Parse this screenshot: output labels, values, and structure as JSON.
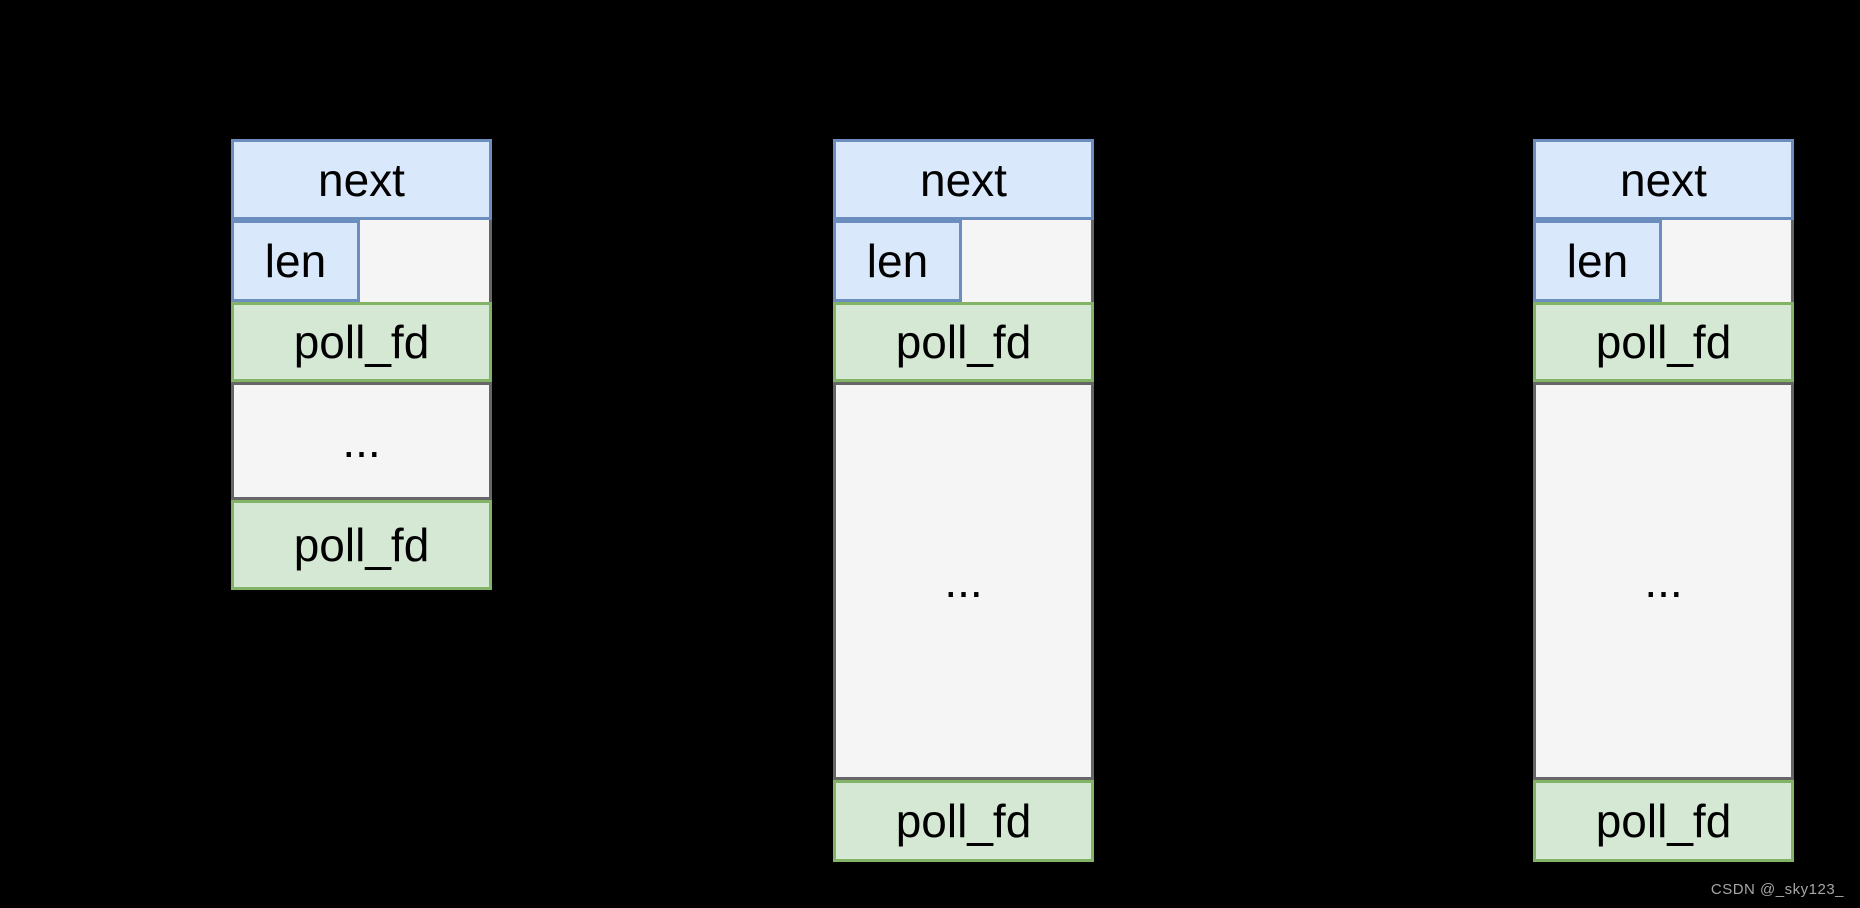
{
  "palette": {
    "blue_fill": "#dae8fc",
    "blue_border": "#6c8ebf",
    "green_fill": "#d5e8d4",
    "green_border": "#82b366",
    "gray_fill": "#f5f5f5",
    "gray_border": "#666666",
    "background": "#000000",
    "text": "#000000",
    "watermark_color": "#a6a6a6"
  },
  "nodes": [
    {
      "labels": {
        "next": "next",
        "len": "len",
        "poll_fd_first": "poll_fd",
        "ellipsis": "...",
        "poll_fd_last": "poll_fd"
      }
    },
    {
      "labels": {
        "next": "next",
        "len": "len",
        "poll_fd_first": "poll_fd",
        "ellipsis": "...",
        "poll_fd_last": "poll_fd"
      }
    },
    {
      "labels": {
        "next": "next",
        "len": "len",
        "poll_fd_first": "poll_fd",
        "ellipsis": "...",
        "poll_fd_last": "poll_fd"
      }
    }
  ],
  "watermark": {
    "text": "CSDN @_sky123_"
  }
}
